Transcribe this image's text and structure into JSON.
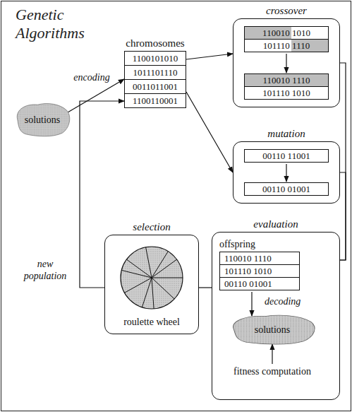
{
  "diagram": {
    "title": "Genetic Algorithms",
    "nodes": [
      {
        "text": [
          "solutions"
        ]
      },
      {
        "text": [
          "chromosomes",
          "1100101010",
          "1011101110",
          "0011011001",
          "1100110001"
        ]
      },
      {
        "text": [
          "crossover",
          "110010 1010",
          "101110 1110",
          "110010 1110",
          "101110 1010"
        ]
      },
      {
        "text": [
          "mutation",
          "00110 11001",
          "00110 01001"
        ]
      },
      {
        "text": [
          "selection",
          "roulette wheel"
        ]
      },
      {
        "text": [
          "evaluation",
          "offspring",
          "110010 1110",
          "101110 1010",
          "00110 01001",
          "fitness computation"
        ]
      },
      {
        "text": [
          "solutions"
        ],
        "in": 5
      }
    ],
    "edges": [
      {
        "from": 0,
        "to": 1,
        "arrow": "to",
        "label": "encoding"
      },
      {
        "from": 1,
        "to": 2,
        "arrow": "to"
      },
      {
        "from": 1,
        "to": 3,
        "arrow": "to"
      },
      {
        "from": 2,
        "to": 5,
        "arrow": "none"
      },
      {
        "from": 3,
        "to": 5,
        "arrow": "none"
      },
      {
        "from": 5,
        "to": 4,
        "arrow": "none"
      },
      {
        "from": 4,
        "to": 1,
        "arrow": "to",
        "label": "new population"
      }
    ],
    "labels": [
      "decoding"
    ]
  }
}
